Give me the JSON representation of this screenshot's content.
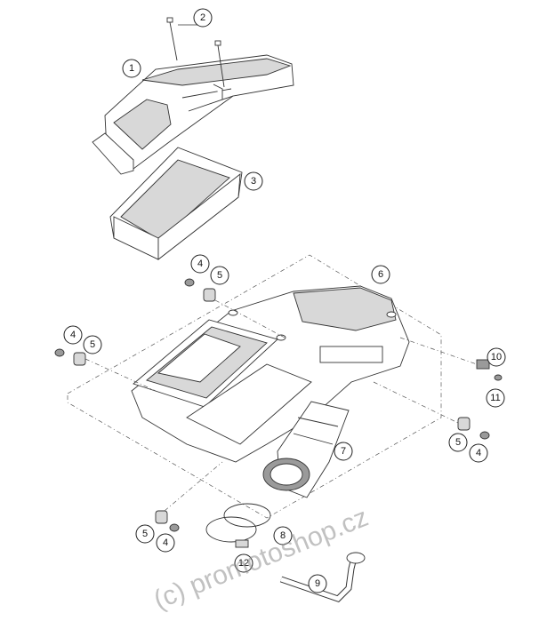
{
  "diagram": {
    "callouts": [
      "1",
      "2",
      "3",
      "4",
      "5",
      "6",
      "7",
      "8",
      "9",
      "10",
      "11",
      "12"
    ]
  },
  "watermark": "(c) promotoshop.cz"
}
